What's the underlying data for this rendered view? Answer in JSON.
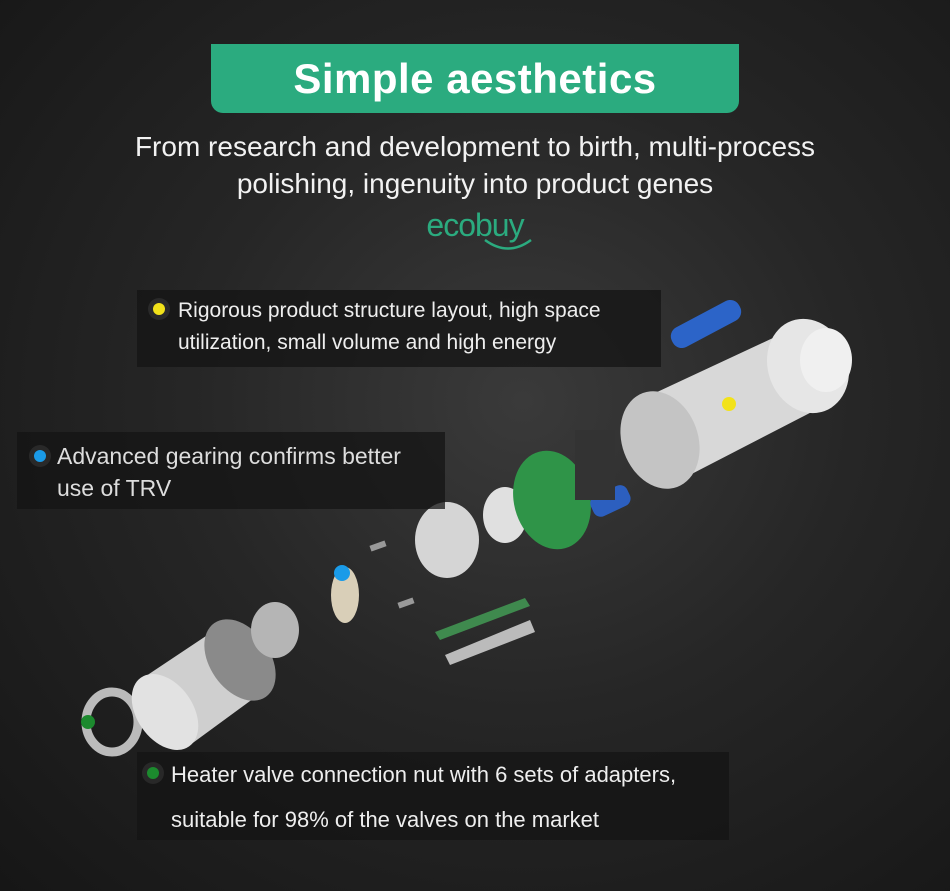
{
  "banner": {
    "title": "Simple aesthetics"
  },
  "subtitle": {
    "line1": "From research and development to birth, multi-process",
    "line2": "polishing, ingenuity into product genes"
  },
  "logo": {
    "text": "ecobuy"
  },
  "callouts": [
    {
      "text1": "Rigorous product structure layout, high space",
      "text2": "utilization, small volume and high energy",
      "color": "#f2e21a"
    },
    {
      "text1": "Advanced gearing confirms better",
      "text2": "use of TRV",
      "color": "#1a9be8"
    },
    {
      "text1": "Heater valve connection nut with 6 sets of adapters,",
      "text2": "suitable for 98% of the valves on the market",
      "color": "#1c8a2e"
    }
  ]
}
